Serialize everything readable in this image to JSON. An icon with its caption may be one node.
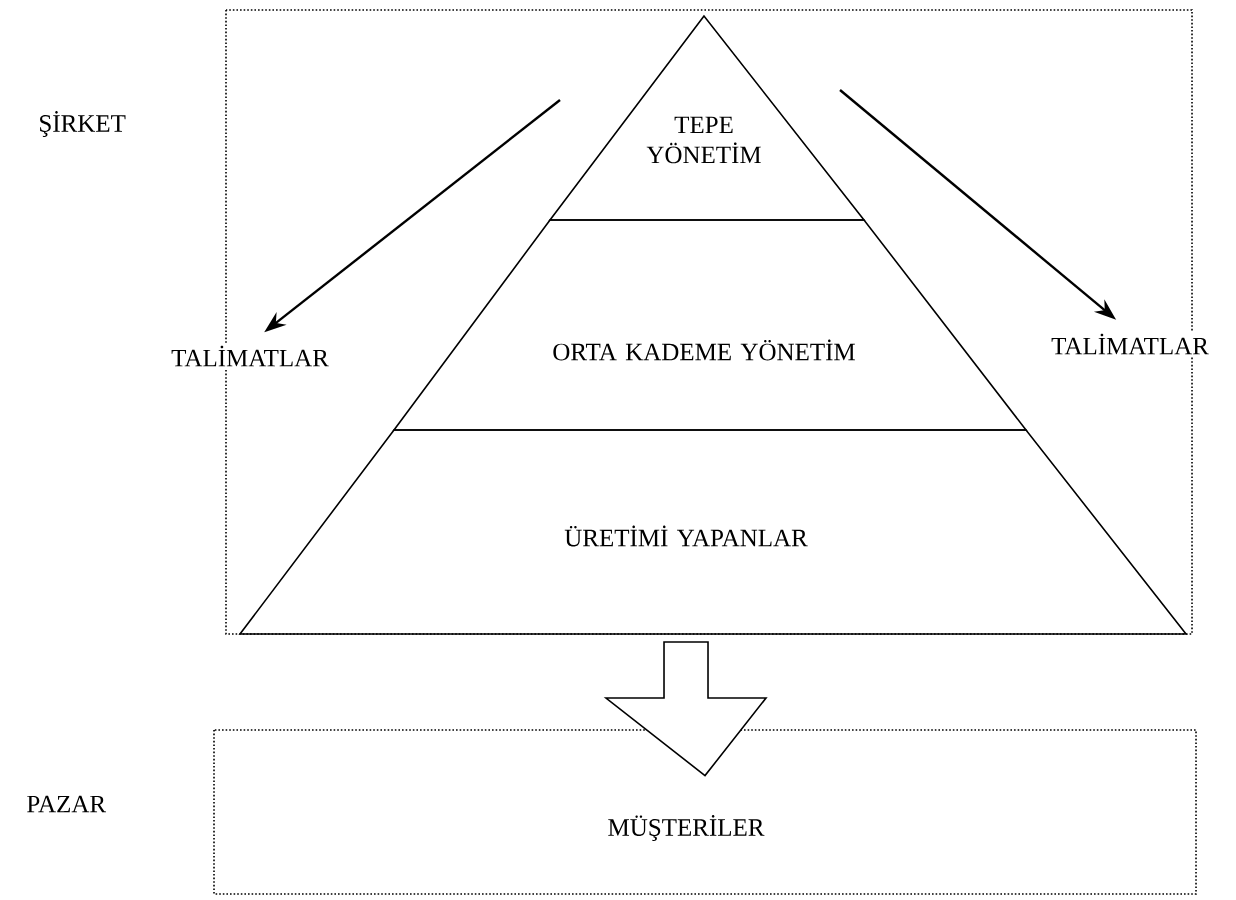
{
  "diagram": {
    "nodes": [
      {
        "text": [
          "ŞİRKET"
        ]
      },
      {
        "text": [
          "TEPE YÖNETİM"
        ],
        "in": 0
      },
      {
        "text": [
          "ORTA KADEME YÖNETİM"
        ],
        "in": 0
      },
      {
        "text": [
          "ÜRETİMİ YAPANLAR"
        ],
        "in": 0
      },
      {
        "text": [
          "PAZAR",
          "MÜŞTERİLER"
        ]
      },
      {
        "text": [
          "TALİMATLAR"
        ]
      },
      {
        "text": [
          "TALİMATLAR"
        ]
      }
    ],
    "edges": [
      {
        "from": 3,
        "to": 4,
        "arrow": "to"
      },
      {
        "from": null,
        "to": 5,
        "arrow": "to"
      },
      {
        "from": null,
        "to": 6,
        "arrow": "to"
      }
    ]
  }
}
